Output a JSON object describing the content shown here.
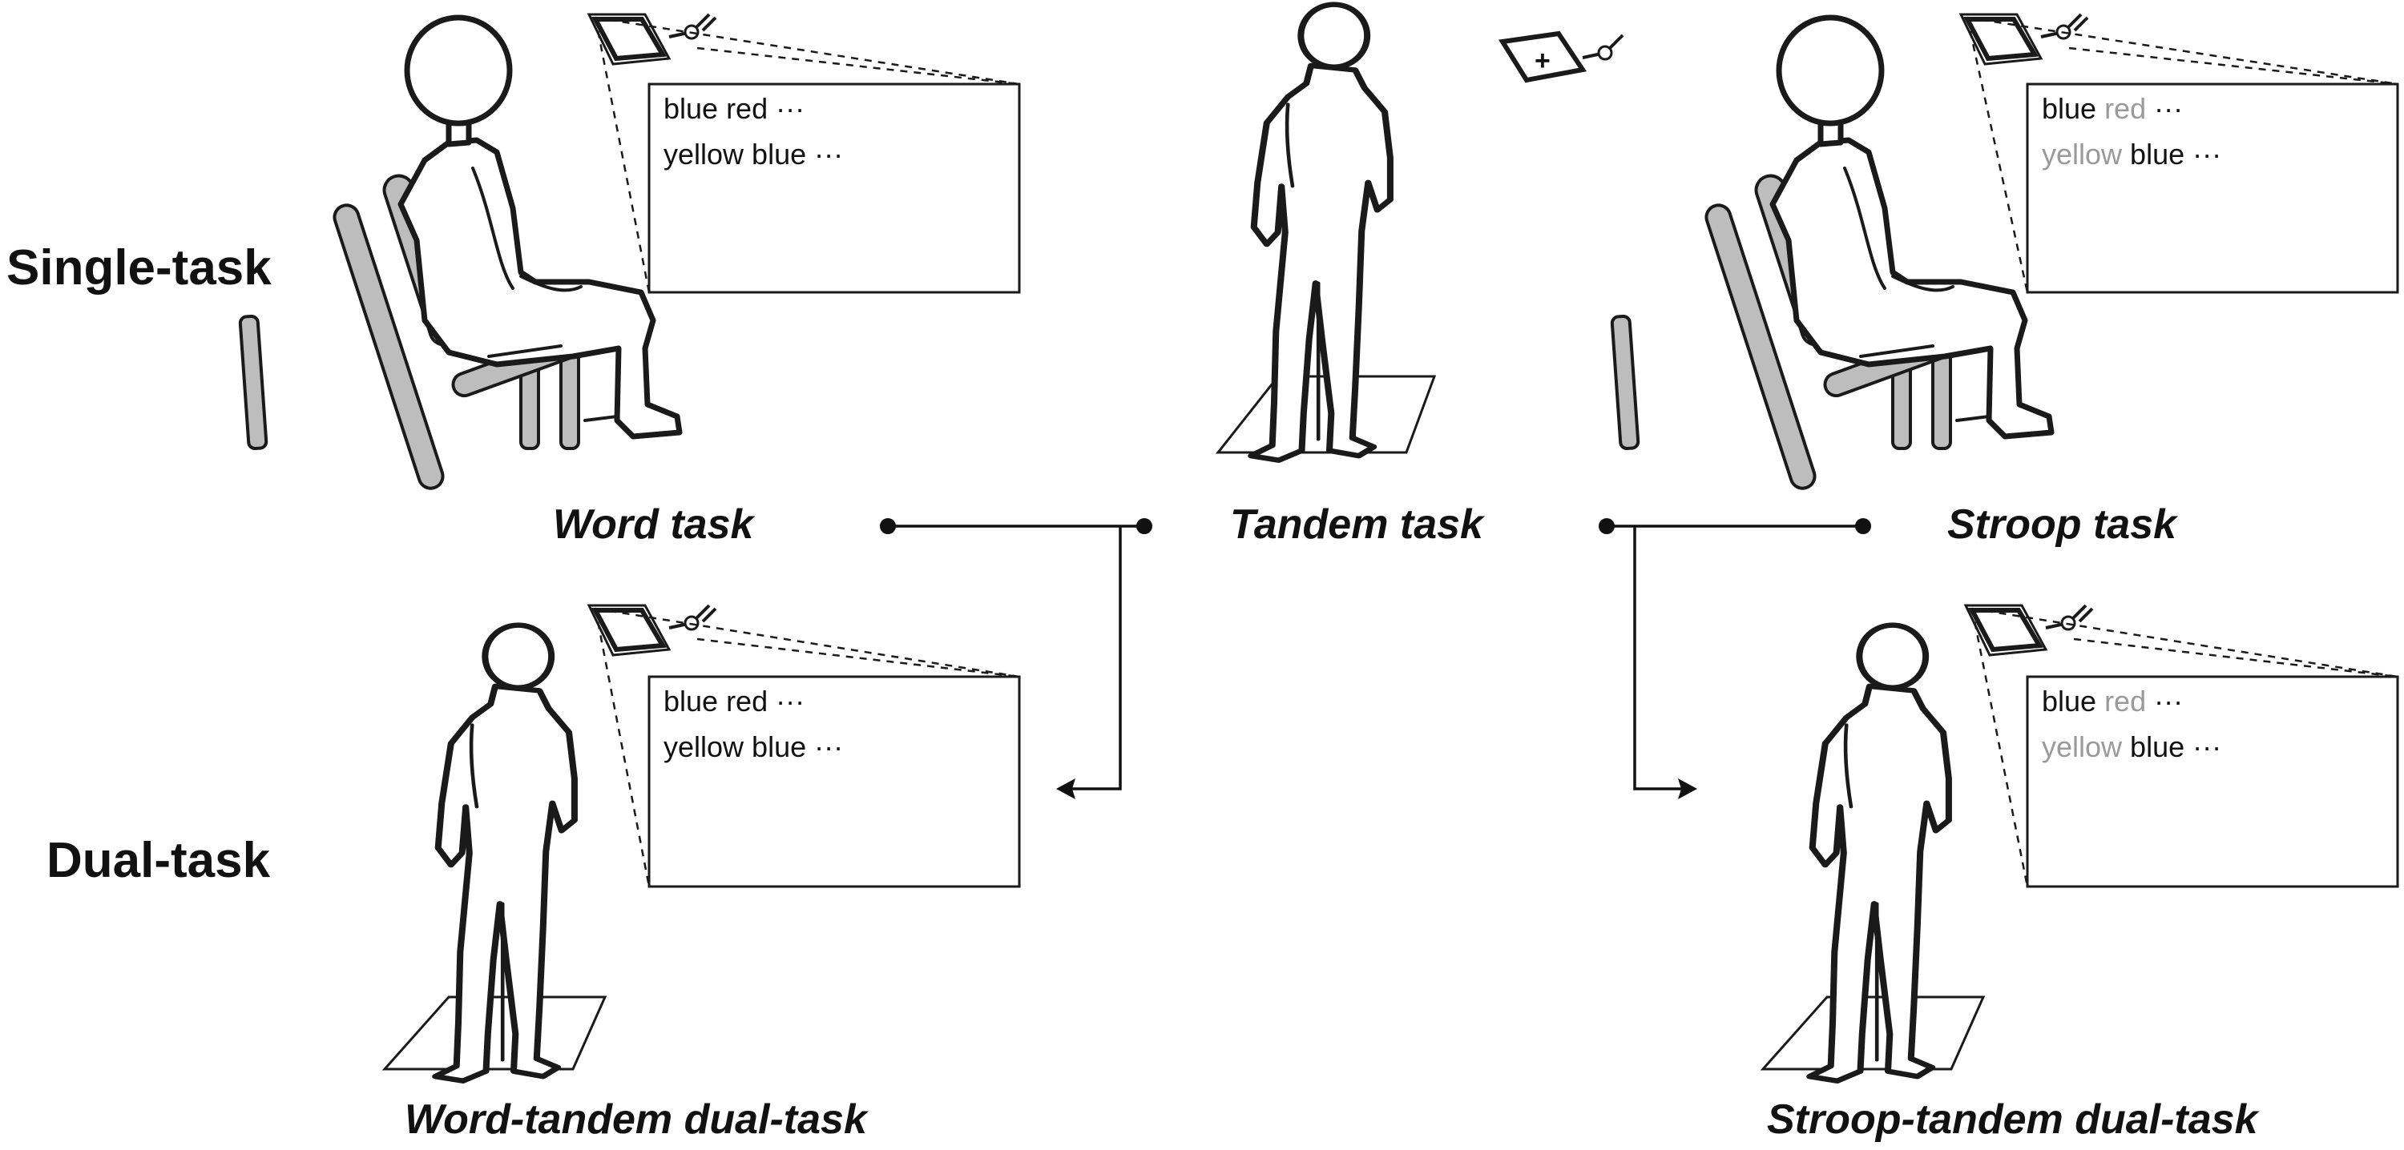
{
  "row_labels": {
    "single": "Single-task",
    "dual": "Dual-task"
  },
  "captions": {
    "word_task": "Word task",
    "tandem_task": "Tandem task",
    "stroop_task": "Stroop task",
    "word_tandem": "Word-tandem dual-task",
    "stroop_tandem": "Stroop-tandem dual-task"
  },
  "word_screen": {
    "line1": [
      "blue",
      "red",
      "···"
    ],
    "line2": [
      "yellow",
      "blue",
      "···"
    ]
  },
  "stroop_screen": {
    "line1": [
      "blue",
      "red",
      "···"
    ],
    "line2": [
      "yellow",
      "blue",
      "···"
    ],
    "ink_gray": "#9a9a9a"
  },
  "fixation_symbol": "+",
  "icons": [
    "seated-person-icon",
    "standing-person-icon",
    "chair-icon",
    "monitor-icon",
    "force-plate-icon",
    "arrow-icon"
  ]
}
